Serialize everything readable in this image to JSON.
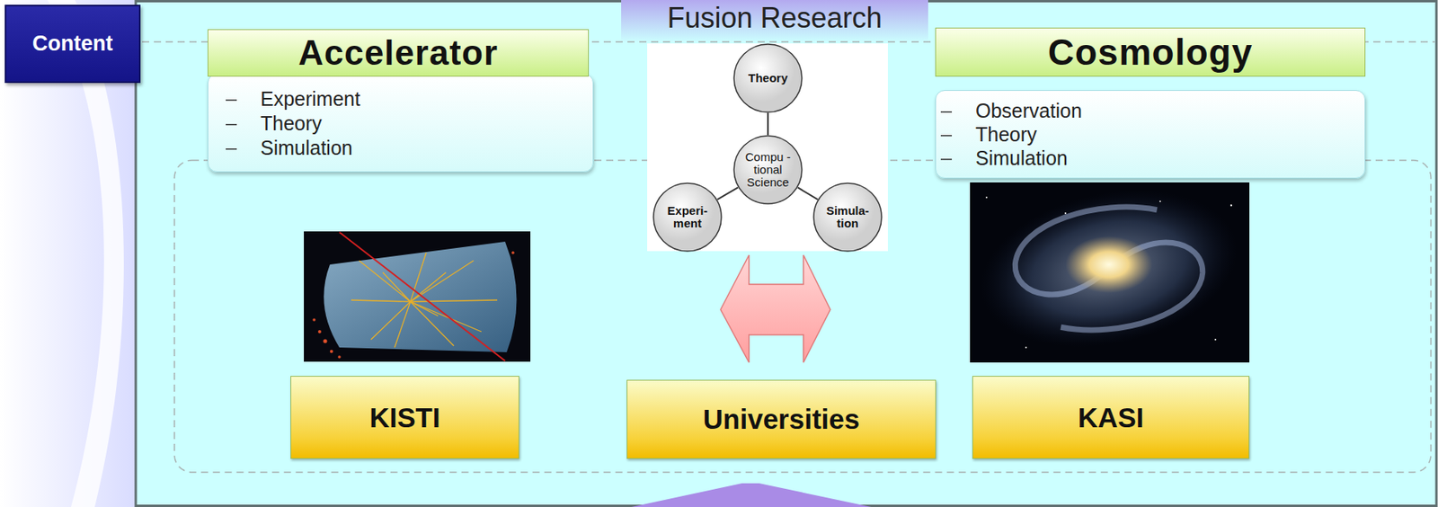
{
  "diagram": {
    "title": "Fusion Research",
    "nodes": [
      {
        "text": [
          "Content"
        ]
      },
      {
        "text": [
          "Accelerator",
          "Experiment",
          "Theory",
          "Simulation"
        ]
      },
      {
        "text": [
          "Theory"
        ]
      },
      {
        "text": [
          "Cosmology",
          "Observation",
          "Theory",
          "Simulation"
        ]
      },
      {
        "text": [
          "Compu -tional Science"
        ]
      },
      {
        "text": [
          "Experi- ment"
        ]
      },
      {
        "text": [
          "Simula- tion"
        ]
      },
      {
        "text": [
          "KISTI"
        ]
      },
      {
        "text": [
          "Universities"
        ]
      },
      {
        "text": [
          "KASI"
        ]
      }
    ],
    "edges": [
      {
        "from": 2,
        "to": 4,
        "arrow": "none"
      },
      {
        "from": 4,
        "to": 5,
        "arrow": "none"
      },
      {
        "from": 4,
        "to": 6,
        "arrow": "none"
      }
    ]
  }
}
